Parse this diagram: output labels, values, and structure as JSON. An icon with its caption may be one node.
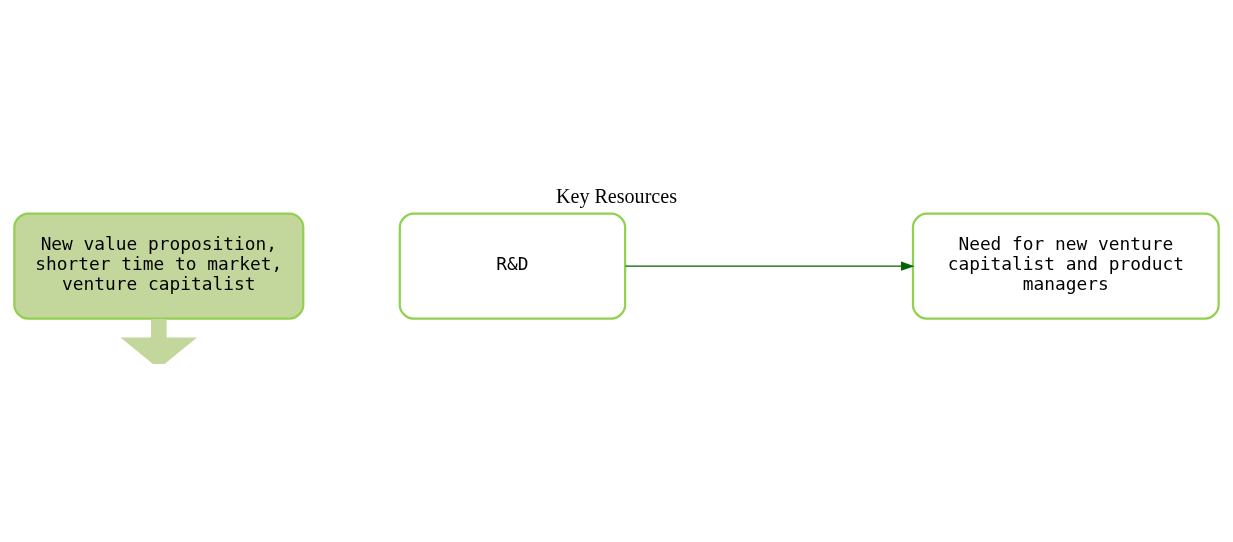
{
  "diagram": {
    "title": "Key Resources",
    "nodes": [
      {
        "text": [
          "New value proposition, shorter time to market, venture capitalist"
        ]
      },
      {
        "text": [
          "R&D"
        ]
      },
      {
        "text": [
          "Need for new venture capitalist and product managers"
        ]
      }
    ],
    "edges": [
      {
        "from": 0,
        "to": null,
        "arrow": "to",
        "style": "thick",
        "color": "#c3d69b"
      },
      {
        "from": 1,
        "to": 2,
        "arrow": "to",
        "color": "#006400"
      }
    ]
  }
}
